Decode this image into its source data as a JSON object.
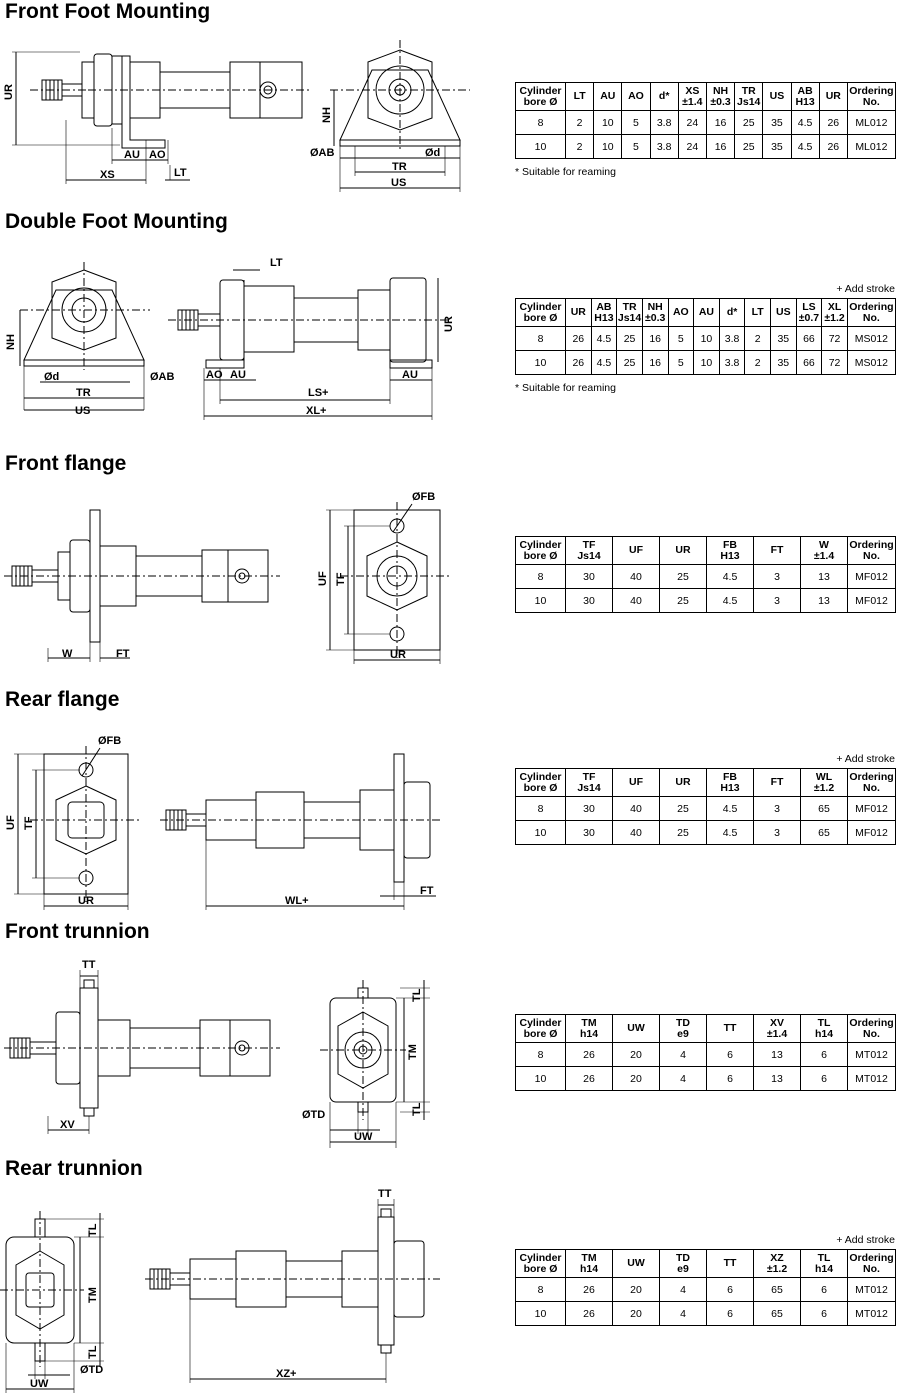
{
  "sections": [
    {
      "title": "Front Foot Mounting",
      "add_stroke": "",
      "note": "* Suitable for reaming",
      "headers": [
        "Cylinder\nbore Ø",
        "LT",
        "AU",
        "AO",
        "d*",
        "XS\n±1.4",
        "NH\n±0.3",
        "TR\nJs14",
        "US",
        "AB\nH13",
        "UR",
        "Ordering\nNo."
      ],
      "rows": [
        [
          "8",
          "2",
          "10",
          "5",
          "3.8",
          "24",
          "16",
          "25",
          "35",
          "4.5",
          "26",
          "ML012"
        ],
        [
          "10",
          "2",
          "10",
          "5",
          "3.8",
          "24",
          "16",
          "25",
          "35",
          "4.5",
          "26",
          "ML012"
        ]
      ],
      "labels": {
        "ur": "UR",
        "au": "AU",
        "ao": "AO",
        "xs": "XS",
        "lt": "LT",
        "nh": "NH",
        "ab": "ØAB",
        "d": "Ød",
        "tr": "TR",
        "us": "US"
      }
    },
    {
      "title": "Double Foot Mounting",
      "add_stroke": "+ Add stroke",
      "note": "* Suitable for reaming",
      "headers": [
        "Cylinder\nbore Ø",
        "UR",
        "AB\nH13",
        "TR\nJs14",
        "NH\n±0.3",
        "AO",
        "AU",
        "d*",
        "LT",
        "US",
        "LS\n±0.7",
        "XL\n±1.2",
        "Ordering\nNo."
      ],
      "rows": [
        [
          "8",
          "26",
          "4.5",
          "25",
          "16",
          "5",
          "10",
          "3.8",
          "2",
          "35",
          "66",
          "72",
          "MS012"
        ],
        [
          "10",
          "26",
          "4.5",
          "25",
          "16",
          "5",
          "10",
          "3.8",
          "2",
          "35",
          "66",
          "72",
          "MS012"
        ]
      ],
      "labels": {
        "nh": "NH",
        "d": "Ød",
        "tr": "TR",
        "ab": "ØAB",
        "us": "US",
        "lt": "LT",
        "ur": "UR",
        "ao": "AO",
        "au": "AU",
        "ls": "LS+",
        "au2": "AU",
        "xl": "XL+"
      }
    },
    {
      "title": "Front flange",
      "add_stroke": "",
      "note": "",
      "headers": [
        "Cylinder\nbore Ø",
        "TF\nJs14",
        "UF",
        "UR",
        "FB\nH13",
        "FT",
        "W\n±1.4",
        "Ordering\nNo."
      ],
      "rows": [
        [
          "8",
          "30",
          "40",
          "25",
          "4.5",
          "3",
          "13",
          "MF012"
        ],
        [
          "10",
          "30",
          "40",
          "25",
          "4.5",
          "3",
          "13",
          "MF012"
        ]
      ],
      "labels": {
        "w": "W",
        "ft": "FT",
        "fb": "ØFB",
        "uf": "UF",
        "tf": "TF",
        "ur": "UR"
      }
    },
    {
      "title": "Rear flange",
      "add_stroke": "+ Add stroke",
      "note": "",
      "headers": [
        "Cylinder\nbore Ø",
        "TF\nJs14",
        "UF",
        "UR",
        "FB\nH13",
        "FT",
        "WL\n±1.2",
        "Ordering\nNo."
      ],
      "rows": [
        [
          "8",
          "30",
          "40",
          "25",
          "4.5",
          "3",
          "65",
          "MF012"
        ],
        [
          "10",
          "30",
          "40",
          "25",
          "4.5",
          "3",
          "65",
          "MF012"
        ]
      ],
      "labels": {
        "fb": "ØFB",
        "uf": "UF",
        "tf": "TF",
        "ur": "UR",
        "wl": "WL+",
        "ft": "FT"
      }
    },
    {
      "title": "Front trunnion",
      "add_stroke": "",
      "note": "",
      "headers": [
        "Cylinder\nbore Ø",
        "TM\nh14",
        "UW",
        "TD\ne9",
        "TT",
        "XV\n±1.4",
        "TL\nh14",
        "Ordering\nNo."
      ],
      "rows": [
        [
          "8",
          "26",
          "20",
          "4",
          "6",
          "13",
          "6",
          "MT012"
        ],
        [
          "10",
          "26",
          "20",
          "4",
          "6",
          "13",
          "6",
          "MT012"
        ]
      ],
      "labels": {
        "tt": "TT",
        "xv": "XV",
        "tl": "TL",
        "tm": "TM",
        "tl2": "TL",
        "td": "ØTD",
        "uw": "UW"
      }
    },
    {
      "title": "Rear trunnion",
      "add_stroke": "+ Add stroke",
      "note": "",
      "headers": [
        "Cylinder\nbore Ø",
        "TM\nh14",
        "UW",
        "TD\ne9",
        "TT",
        "XZ\n±1.2",
        "TL\nh14",
        "Ordering\nNo."
      ],
      "rows": [
        [
          "8",
          "26",
          "20",
          "4",
          "6",
          "65",
          "6",
          "MT012"
        ],
        [
          "10",
          "26",
          "20",
          "4",
          "6",
          "65",
          "6",
          "MT012"
        ]
      ],
      "labels": {
        "tl": "TL",
        "tm": "TM",
        "tl2": "TL",
        "td": "ØTD",
        "uw": "UW",
        "tt": "TT",
        "xz": "XZ+"
      }
    }
  ]
}
